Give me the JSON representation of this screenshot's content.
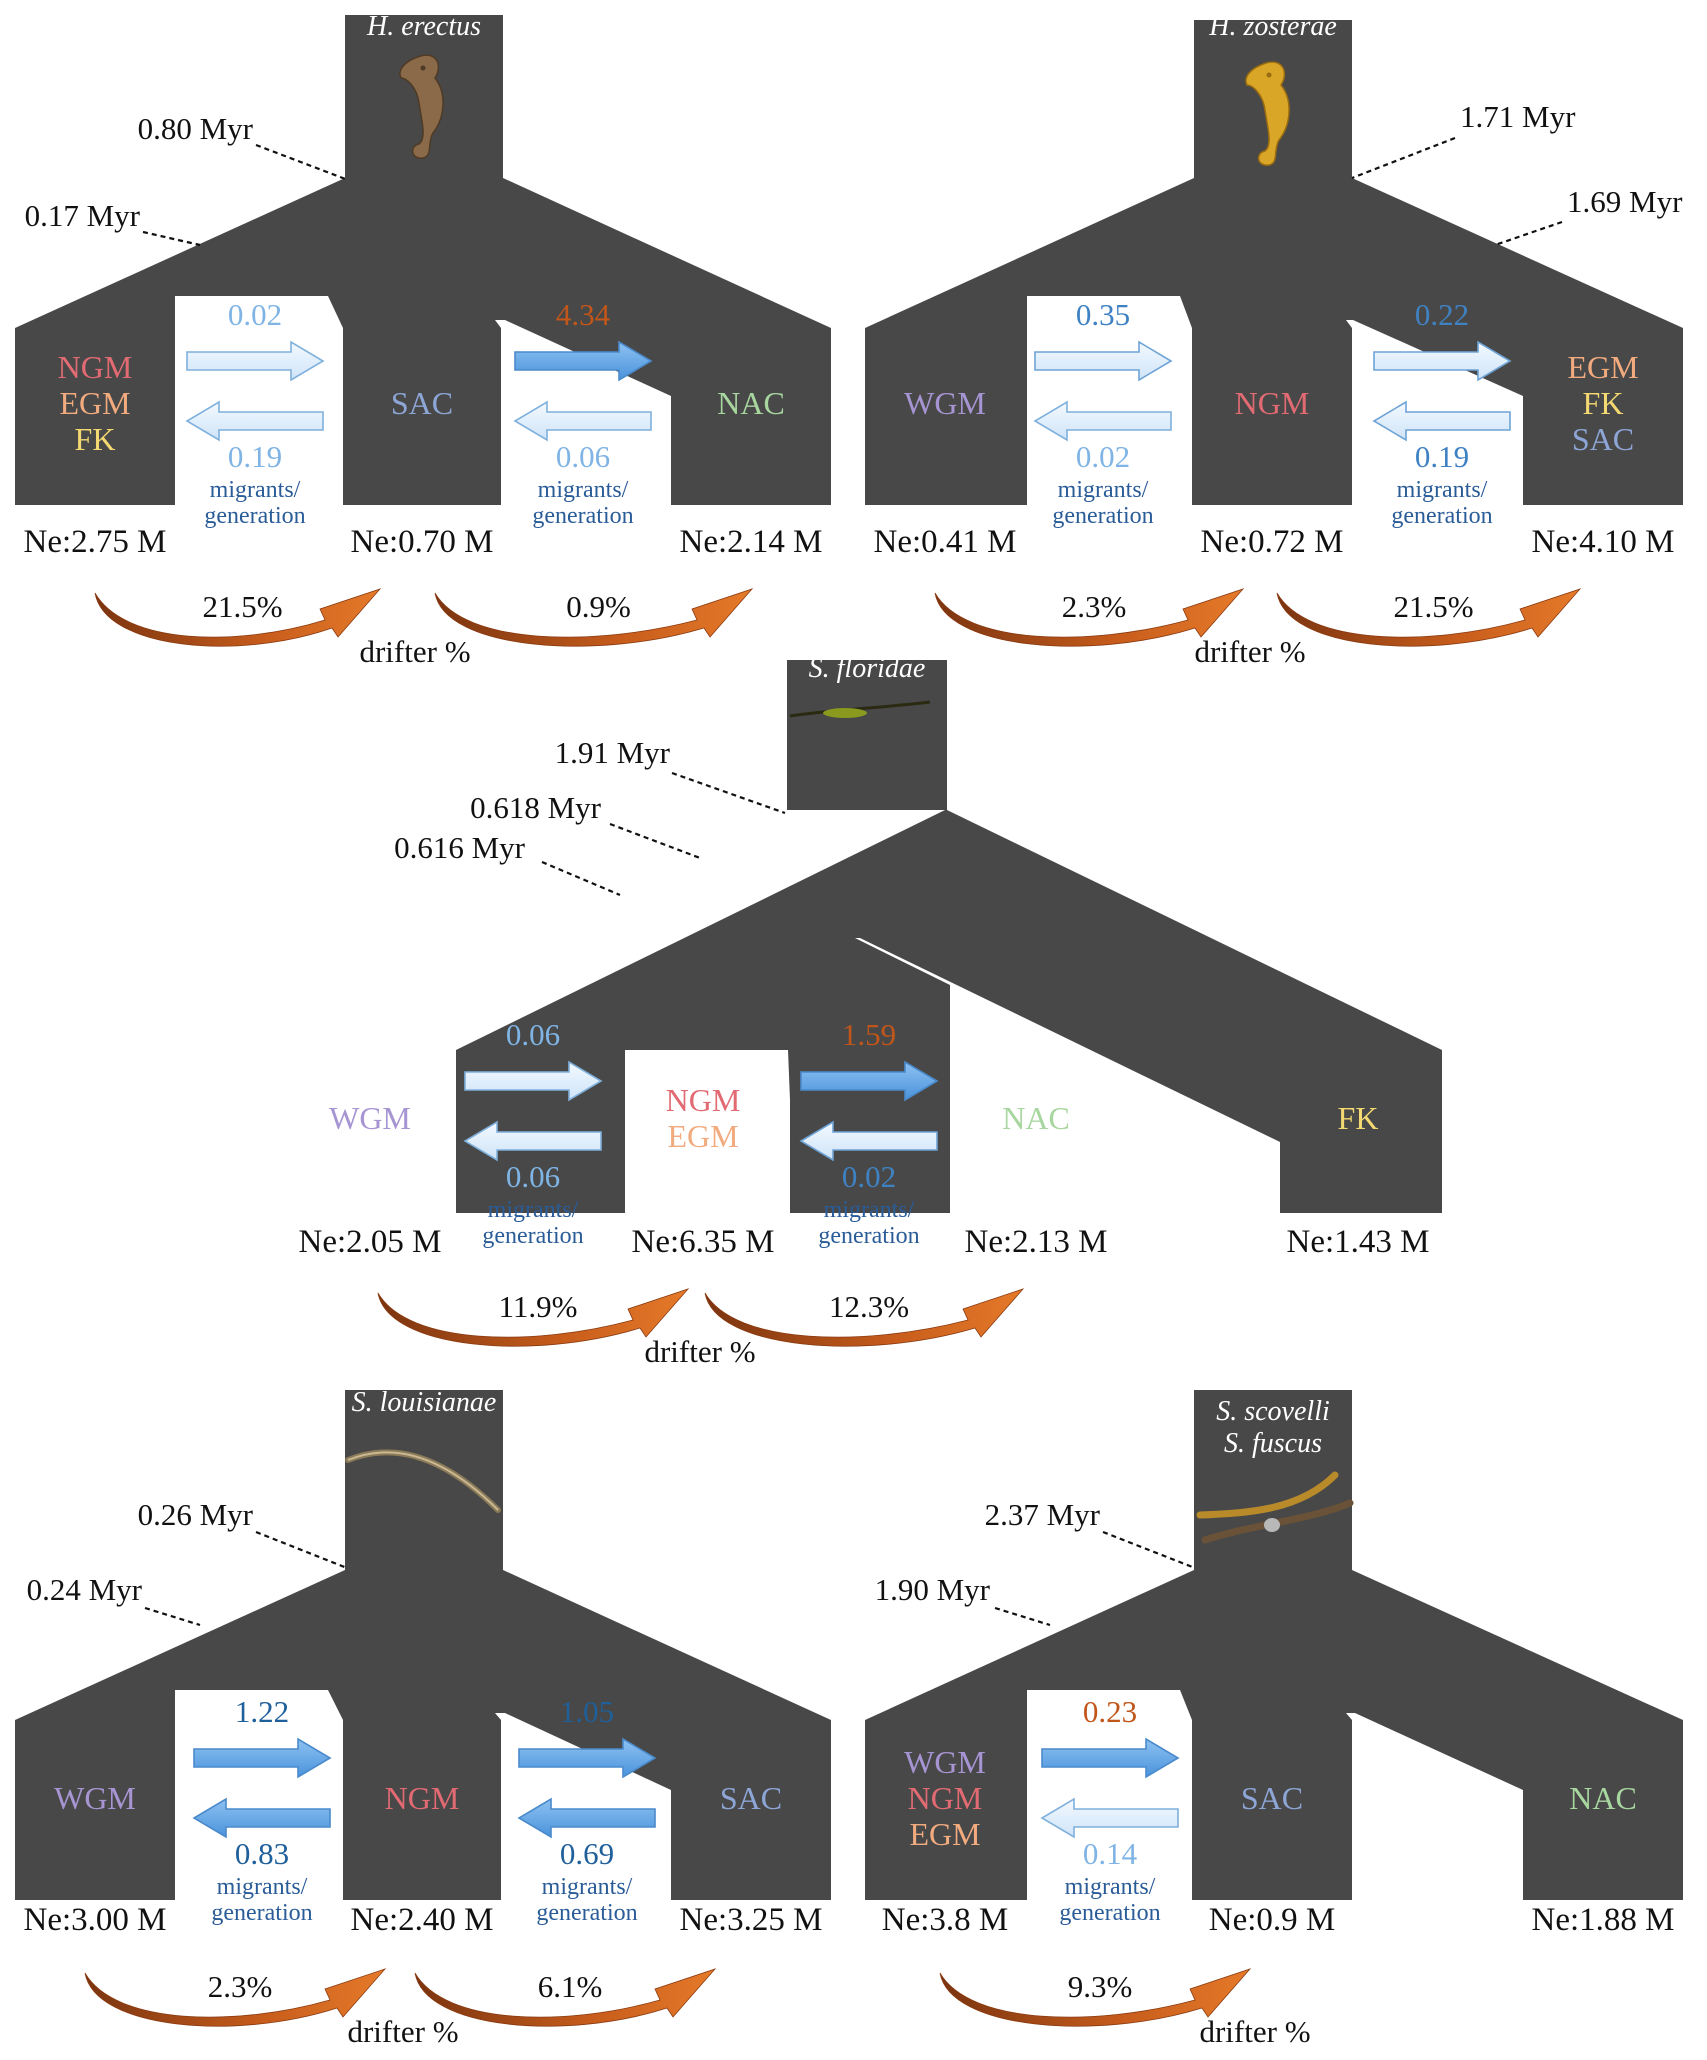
{
  "colors": {
    "tree": "#484848",
    "NGM": "#e26b73",
    "EGM": "#f2ab7f",
    "FK": "#f4d871",
    "SAC": "#8da6d6",
    "NAC": "#a8d69f",
    "WGM": "#a795d3",
    "drifter_arrow": "#c0561a",
    "high_rate": "#c0561a",
    "mig_dark": "#1f5f9a",
    "mig_mid": "#3f82c4",
    "mig_light": "#7fb4e4",
    "migrants_text": "#2a5c98"
  },
  "drifter_label": "drifter %",
  "migrants_label_1": "migrants/",
  "migrants_label_2": "generation",
  "panels": [
    {
      "species": [
        "H. erectus"
      ],
      "divergences": [
        "0.80 Myr",
        "0.17 Myr"
      ],
      "pops": [
        {
          "regions": [
            {
              "name": "NGM",
              "color": "NGM"
            },
            {
              "name": "EGM",
              "color": "EGM"
            },
            {
              "name": "FK",
              "color": "FK"
            }
          ],
          "ne": "Ne:2.75 M"
        },
        {
          "regions": [
            {
              "name": "SAC",
              "color": "SAC"
            }
          ],
          "ne": "Ne:0.70 M"
        },
        {
          "regions": [
            {
              "name": "NAC",
              "color": "NAC"
            }
          ],
          "ne": "Ne:2.14 M"
        }
      ],
      "migrations": [
        {
          "forward": {
            "value": "0.02",
            "level": "light"
          },
          "backward": {
            "value": "0.19",
            "level": "light"
          }
        },
        {
          "forward": {
            "value": "4.34",
            "level": "high"
          },
          "backward": {
            "value": "0.06",
            "level": "light"
          }
        }
      ],
      "drifters": [
        "21.5%",
        "0.9%"
      ]
    },
    {
      "species": [
        "H. zosterae"
      ],
      "divergences": [
        "1.71 Myr",
        "1.69 Myr"
      ],
      "pops": [
        {
          "regions": [
            {
              "name": "WGM",
              "color": "WGM"
            }
          ],
          "ne": "Ne:0.41 M"
        },
        {
          "regions": [
            {
              "name": "NGM",
              "color": "NGM"
            }
          ],
          "ne": "Ne:0.72 M"
        },
        {
          "regions": [
            {
              "name": "EGM",
              "color": "EGM"
            },
            {
              "name": "FK",
              "color": "FK"
            },
            {
              "name": "SAC",
              "color": "SAC"
            }
          ],
          "ne": "Ne:4.10 M"
        }
      ],
      "migrations": [
        {
          "forward": {
            "value": "0.35",
            "level": "mid"
          },
          "backward": {
            "value": "0.02",
            "level": "light"
          }
        },
        {
          "forward": {
            "value": "0.22",
            "level": "mid"
          },
          "backward": {
            "value": "0.19",
            "level": "mid"
          }
        }
      ],
      "drifters": [
        "2.3%",
        "21.5%"
      ]
    },
    {
      "species": [
        "S. floridae"
      ],
      "divergences": [
        "1.91 Myr",
        "0.618 Myr",
        "0.616 Myr"
      ],
      "pops": [
        {
          "regions": [
            {
              "name": "WGM",
              "color": "WGM"
            }
          ],
          "ne": "Ne:2.05 M"
        },
        {
          "regions": [
            {
              "name": "NGM",
              "color": "NGM"
            },
            {
              "name": "EGM",
              "color": "EGM"
            }
          ],
          "ne": "Ne:6.35 M"
        },
        {
          "regions": [
            {
              "name": "NAC",
              "color": "NAC"
            }
          ],
          "ne": "Ne:2.13 M"
        },
        {
          "regions": [
            {
              "name": "FK",
              "color": "FK"
            }
          ],
          "ne": "Ne:1.43 M"
        }
      ],
      "migrations": [
        {
          "forward": {
            "value": "0.06",
            "level": "light"
          },
          "backward": {
            "value": "0.06",
            "level": "light"
          }
        },
        {
          "forward": {
            "value": "1.59",
            "level": "high"
          },
          "backward": {
            "value": "0.02",
            "level": "mid"
          }
        }
      ],
      "drifters": [
        "11.9%",
        "12.3%"
      ]
    },
    {
      "species": [
        "S. louisianae"
      ],
      "divergences": [
        "0.26 Myr",
        "0.24 Myr"
      ],
      "pops": [
        {
          "regions": [
            {
              "name": "WGM",
              "color": "WGM"
            }
          ],
          "ne": "Ne:3.00 M"
        },
        {
          "regions": [
            {
              "name": "NGM",
              "color": "NGM"
            }
          ],
          "ne": "Ne:2.40 M"
        },
        {
          "regions": [
            {
              "name": "SAC",
              "color": "SAC"
            }
          ],
          "ne": "Ne:3.25 M"
        }
      ],
      "migrations": [
        {
          "forward": {
            "value": "1.22",
            "level": "dark"
          },
          "backward": {
            "value": "0.83",
            "level": "dark"
          }
        },
        {
          "forward": {
            "value": "1.05",
            "level": "dark"
          },
          "backward": {
            "value": "0.69",
            "level": "dark"
          }
        }
      ],
      "drifters": [
        "2.3%",
        "6.1%"
      ]
    },
    {
      "species": [
        "S. scovelli",
        "S. fuscus"
      ],
      "divergences": [
        "2.37 Myr",
        "1.90 Myr"
      ],
      "pops": [
        {
          "regions": [
            {
              "name": "WGM",
              "color": "WGM"
            },
            {
              "name": "NGM",
              "color": "NGM"
            },
            {
              "name": "EGM",
              "color": "EGM"
            }
          ],
          "ne": "Ne:3.8 M"
        },
        {
          "regions": [
            {
              "name": "SAC",
              "color": "SAC"
            }
          ],
          "ne": "Ne:0.9 M"
        },
        {
          "regions": [
            {
              "name": "NAC",
              "color": "NAC"
            }
          ],
          "ne": "Ne:1.88 M"
        }
      ],
      "migrations": [
        {
          "forward": {
            "value": "0.23",
            "level": "high"
          },
          "backward": {
            "value": "0.14",
            "level": "light"
          }
        }
      ],
      "drifters": [
        "9.3%"
      ]
    }
  ]
}
